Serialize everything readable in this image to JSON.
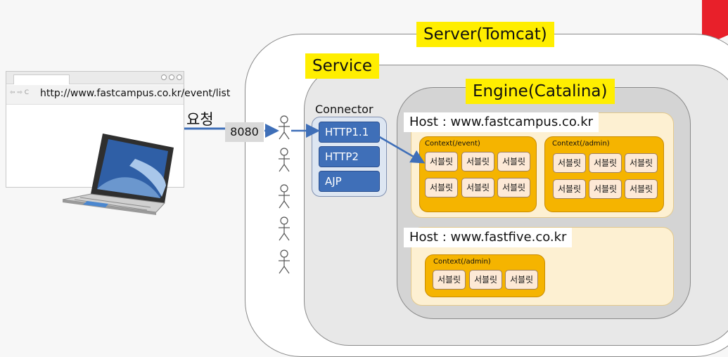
{
  "diagram": {
    "server_label": "Server(Tomcat)",
    "service_label": "Service",
    "engine_label": "Engine(Catalina)",
    "browser_url": "http://www.fastcampus.co.kr/event/list",
    "request_label": "요청",
    "port_label": "8080",
    "connector": {
      "label": "Connector",
      "protocols": [
        "HTTP1.1",
        "HTTP2",
        "AJP"
      ]
    },
    "hosts": [
      {
        "label": "Host : www.fastcampus.co.kr",
        "contexts": [
          {
            "label": "Context(/event)",
            "servlets": [
              "서블릿",
              "서블릿",
              "서블릿",
              "서블릿",
              "서블릿",
              "서블릿"
            ]
          },
          {
            "label": "Context(/admin)",
            "servlets": [
              "서블릿",
              "서블릿",
              "서블릿",
              "서블릿",
              "서블릿",
              "서블릿"
            ]
          }
        ]
      },
      {
        "label": "Host : www.fastfive.co.kr",
        "contexts": [
          {
            "label": "Context(/admin)",
            "servlets": [
              "서블릿",
              "서블릿",
              "서블릿"
            ]
          }
        ]
      }
    ]
  },
  "colors": {
    "label_highlight": "#ffee00",
    "connector_protocol": "#3f6fb8",
    "context": "#f5b400",
    "host": "#fdf0d2",
    "servlet": "#fde9d6",
    "arrow": "#3f6fb8",
    "corner_shape": "#e8202a"
  }
}
